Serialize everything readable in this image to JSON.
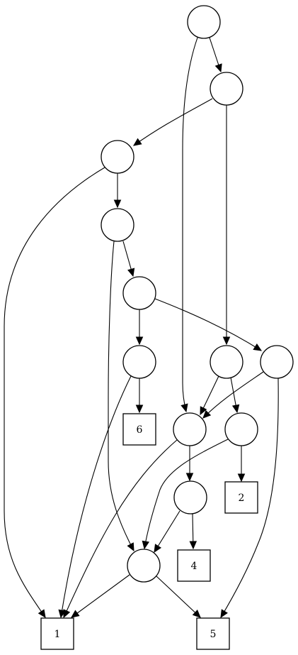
{
  "diagram": {
    "nodes": [
      {
        "id": "c1",
        "shape": "circle",
        "label": ""
      },
      {
        "id": "c2",
        "shape": "circle",
        "label": ""
      },
      {
        "id": "c3",
        "shape": "circle",
        "label": ""
      },
      {
        "id": "c4",
        "shape": "circle",
        "label": ""
      },
      {
        "id": "c5",
        "shape": "circle",
        "label": ""
      },
      {
        "id": "c6",
        "shape": "circle",
        "label": ""
      },
      {
        "id": "c7",
        "shape": "circle",
        "label": ""
      },
      {
        "id": "c8",
        "shape": "circle",
        "label": ""
      },
      {
        "id": "c9",
        "shape": "circle",
        "label": ""
      },
      {
        "id": "c10",
        "shape": "circle",
        "label": ""
      },
      {
        "id": "c11",
        "shape": "circle",
        "label": ""
      },
      {
        "id": "c12",
        "shape": "circle",
        "label": ""
      },
      {
        "id": "b6",
        "shape": "box",
        "label": "6"
      },
      {
        "id": "b2",
        "shape": "box",
        "label": "2"
      },
      {
        "id": "b4",
        "shape": "box",
        "label": "4"
      },
      {
        "id": "b1",
        "shape": "box",
        "label": "1"
      },
      {
        "id": "b5",
        "shape": "box",
        "label": "5"
      }
    ],
    "edges": [
      {
        "from": "c1",
        "to": "c2"
      },
      {
        "from": "c1",
        "to": "c9"
      },
      {
        "from": "c2",
        "to": "c3"
      },
      {
        "from": "c2",
        "to": "c7"
      },
      {
        "from": "c3",
        "to": "c4"
      },
      {
        "from": "c3",
        "to": "b1"
      },
      {
        "from": "c4",
        "to": "c5"
      },
      {
        "from": "c4",
        "to": "c12"
      },
      {
        "from": "c5",
        "to": "c6"
      },
      {
        "from": "c5",
        "to": "c8"
      },
      {
        "from": "c6",
        "to": "b6"
      },
      {
        "from": "c6",
        "to": "b1"
      },
      {
        "from": "c7",
        "to": "c9"
      },
      {
        "from": "c7",
        "to": "c10"
      },
      {
        "from": "c8",
        "to": "c9"
      },
      {
        "from": "c8",
        "to": "b5"
      },
      {
        "from": "c9",
        "to": "c11"
      },
      {
        "from": "c9",
        "to": "b1"
      },
      {
        "from": "c10",
        "to": "b2"
      },
      {
        "from": "c10",
        "to": "c12"
      },
      {
        "from": "c11",
        "to": "b4"
      },
      {
        "from": "c11",
        "to": "c12"
      },
      {
        "from": "c12",
        "to": "b1"
      },
      {
        "from": "c12",
        "to": "b5"
      }
    ]
  }
}
